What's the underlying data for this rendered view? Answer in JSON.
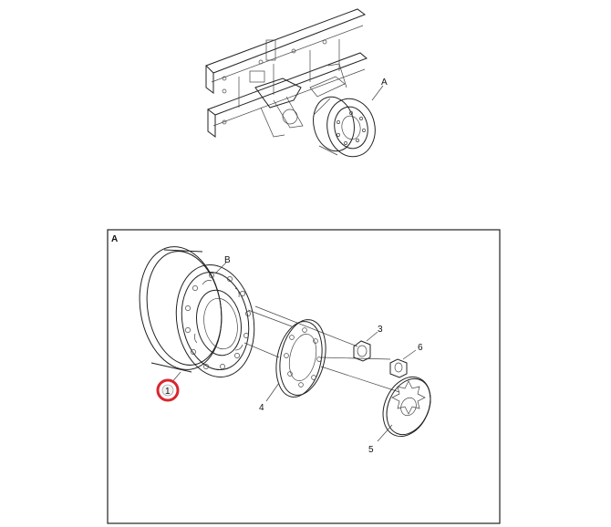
{
  "overview": {
    "callout_A": "A"
  },
  "detail": {
    "frame_label": "A",
    "callouts": {
      "B": "B",
      "p1": "1",
      "p3": "3",
      "p4": "4",
      "p5": "5",
      "p6": "6"
    }
  },
  "colors": {
    "line": "#222222",
    "highlight": "#d9262f"
  }
}
